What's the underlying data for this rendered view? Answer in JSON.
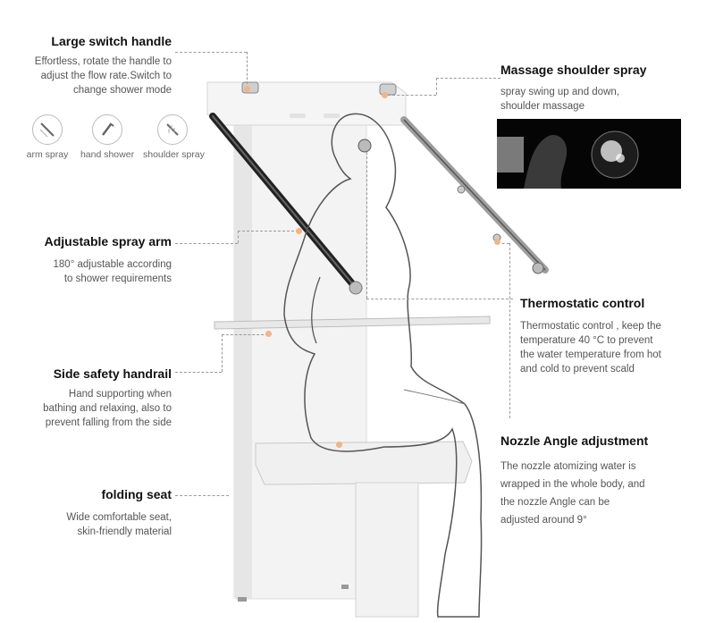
{
  "features": {
    "switch_handle": {
      "title": "Large switch handle",
      "desc": [
        "Effortless, rotate the handle to",
        "adjust the flow rate.Switch to",
        "change shower mode"
      ]
    },
    "spray_arm": {
      "title": "Adjustable spray arm",
      "desc": [
        "180° adjustable according",
        "to shower requirements"
      ]
    },
    "handrail": {
      "title": "Side safety handrail",
      "desc": [
        "Hand supporting when",
        "bathing and relaxing, also to",
        "prevent falling from the side"
      ]
    },
    "seat": {
      "title": "folding seat",
      "desc": [
        "Wide comfortable seat,",
        "skin-friendly material"
      ]
    },
    "shoulder_spray": {
      "title": "Massage shoulder spray",
      "desc": [
        "spray swing up and down,",
        "shoulder massage"
      ]
    },
    "thermostatic": {
      "title": "Thermostatic control",
      "desc": [
        "Thermostatic control , keep the",
        "temperature 40 °C to prevent",
        "the water temperature from hot",
        "and cold to prevent scald"
      ]
    },
    "nozzle": {
      "title": "Nozzle Angle adjustment",
      "desc": [
        "The nozzle atomizing water is",
        "wrapped in the whole body, and",
        "the nozzle Angle can be",
        "adjusted around 9°"
      ]
    }
  },
  "modes": [
    {
      "label": "arm spray",
      "icon": "arm-spray-icon"
    },
    {
      "label": "hand shower",
      "icon": "hand-shower-icon"
    },
    {
      "label": "shoulder spray",
      "icon": "shoulder-spray-icon"
    }
  ],
  "colors": {
    "accent_dot": "#f2b487",
    "leader_line": "#9a9a9a",
    "panel": "#f1f1f1"
  }
}
